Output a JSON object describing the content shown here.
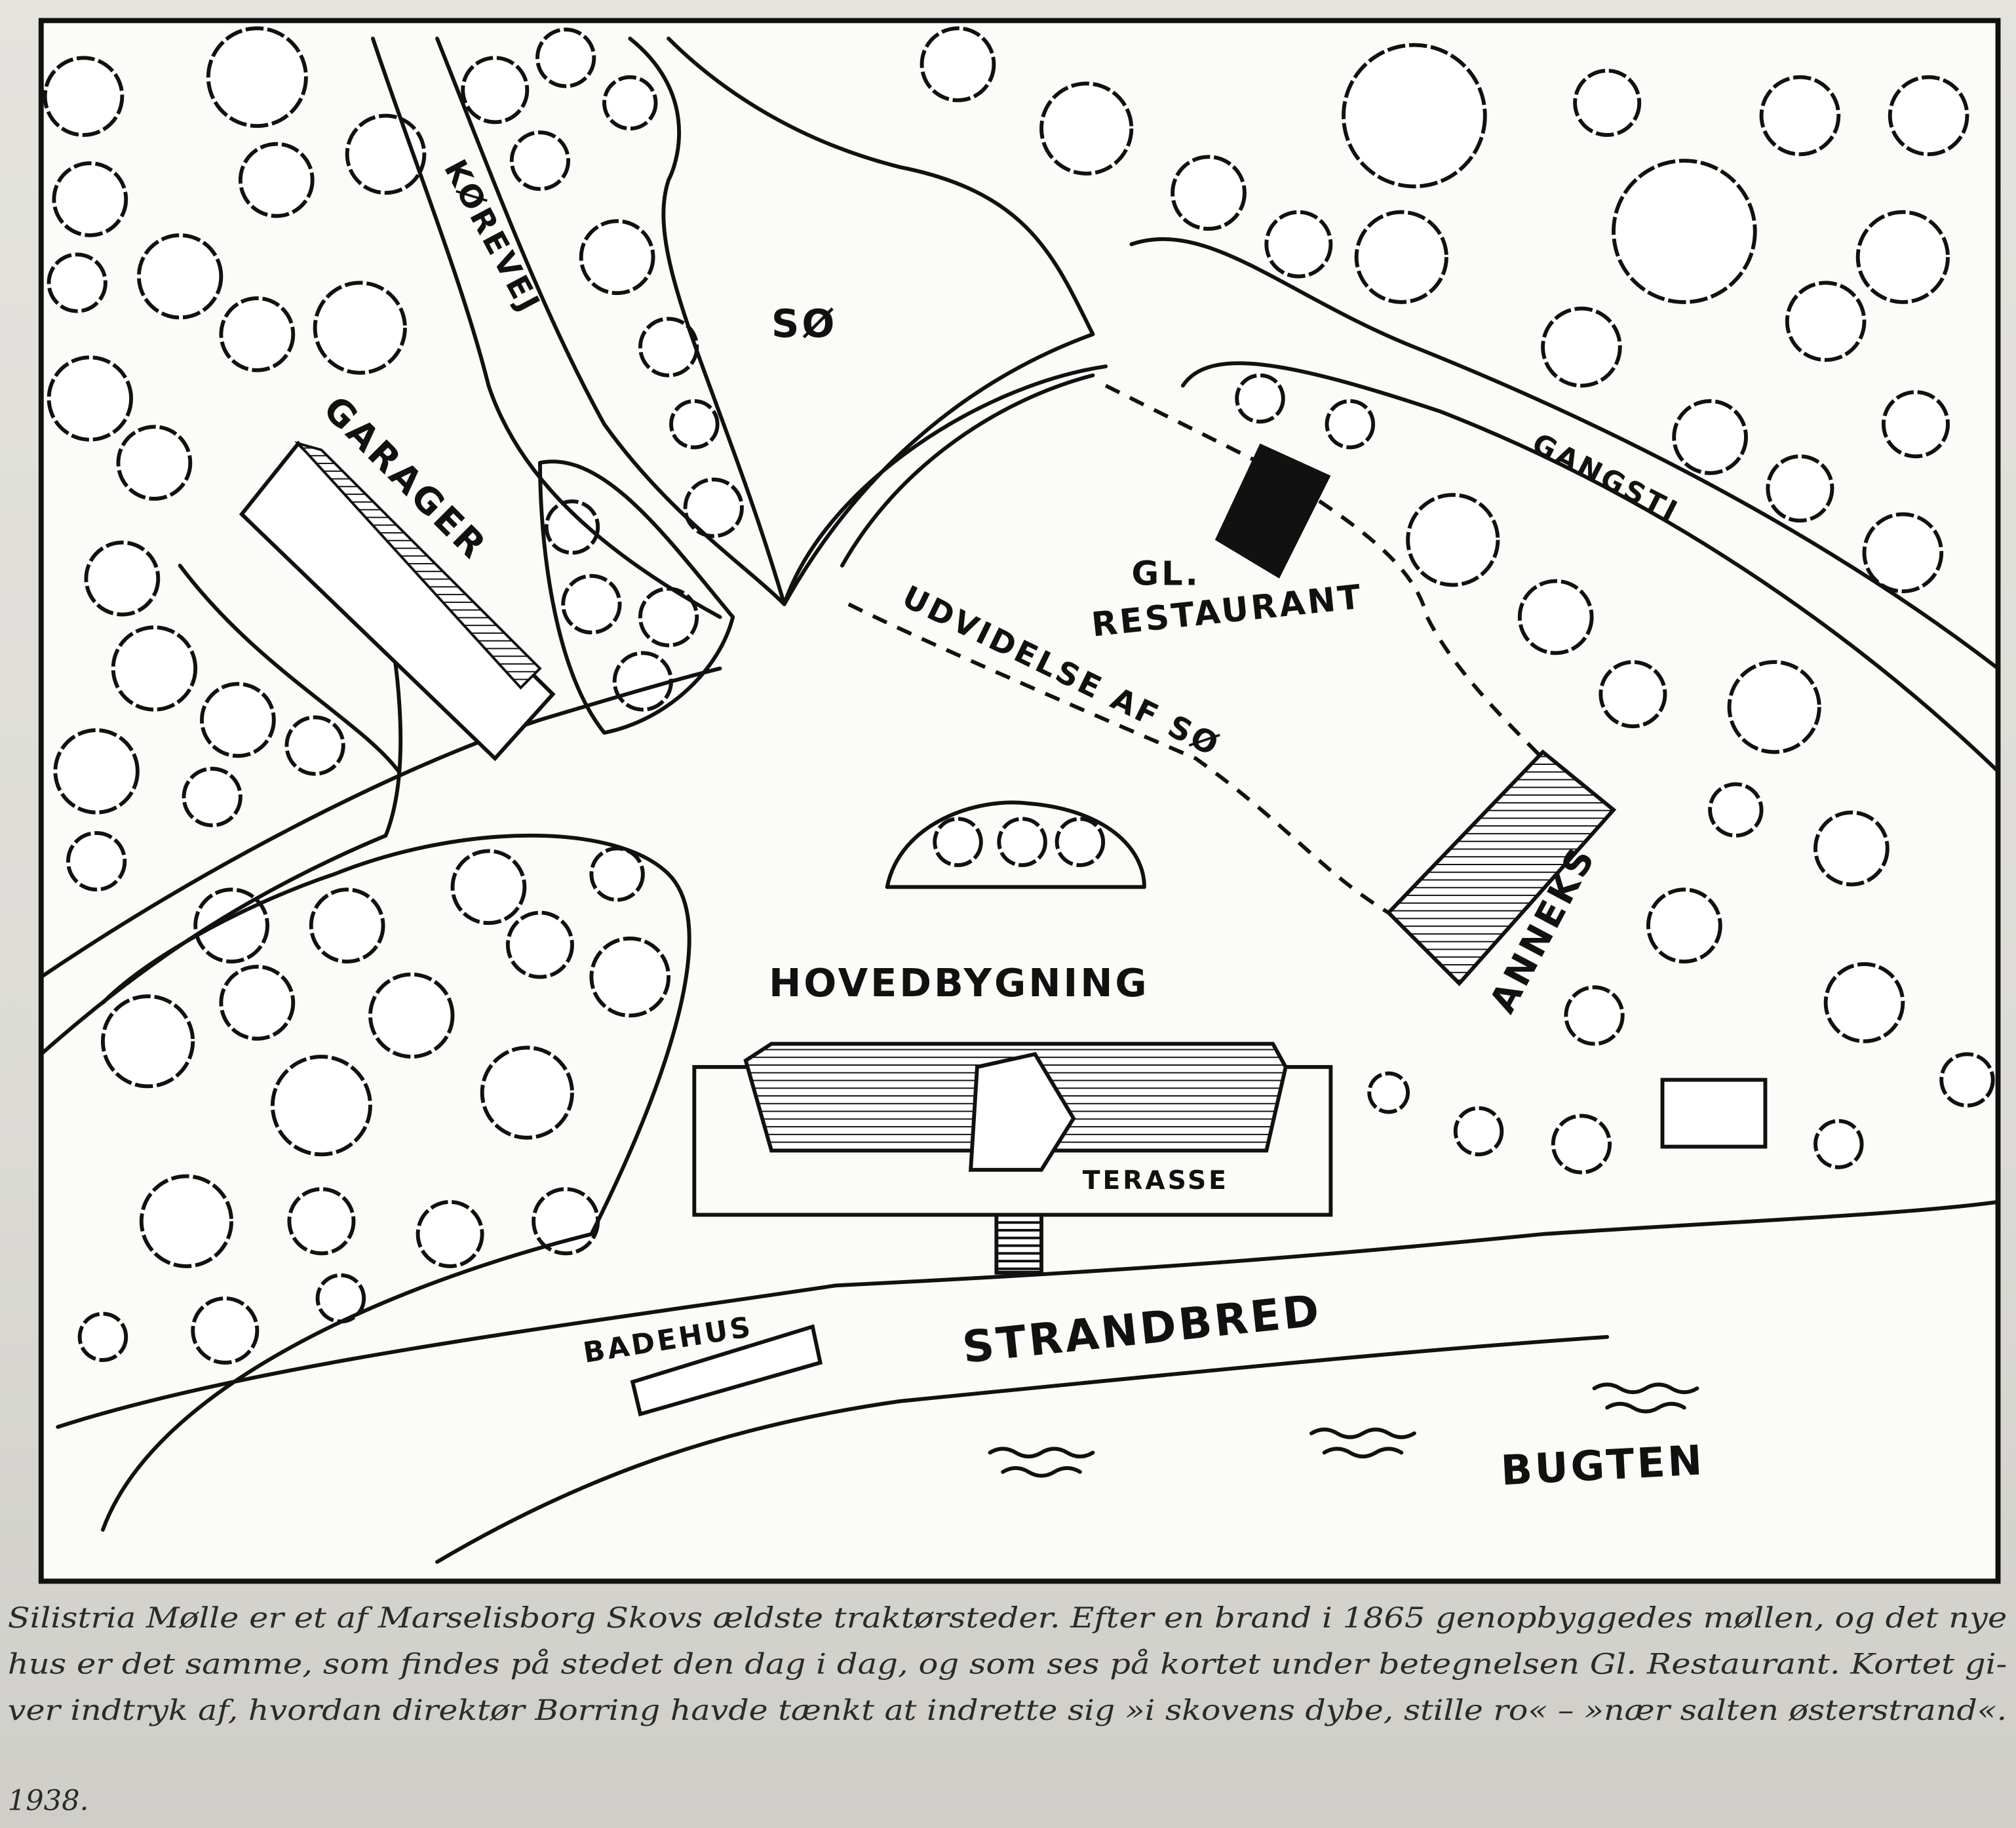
{
  "map": {
    "labels": {
      "lake": "SØ",
      "driveway": "KØREVEJ",
      "garage": "GARAGER",
      "old_restaurant_1": "GL.",
      "old_restaurant_2": "RESTAURANT",
      "footpath": "GANGSTI",
      "lake_extension": "UDVIDELSE AF SØ",
      "annex": "ANNEKS",
      "main_building": "HOVEDBYGNING",
      "terrace": "TERASSE",
      "bathhouse": "BADEHUS",
      "shore": "STRANDBRED",
      "bay": "BUGTEN"
    }
  },
  "caption": {
    "lines": [
      "Silistria Mølle er et af Marselisborg Skovs ældste traktørsteder. Efter en brand i 1865 genopbyggedes møllen, og det nye",
      "hus er det samme, som findes på stedet den dag i dag, og som ses på kortet under betegnelsen Gl. Restaurant. Kortet gi-",
      "ver indtryk af, hvordan direktør Borring havde tænkt at indrette sig »i skovens dybe, stille ro« – »nær salten østerstrand«.",
      "1938."
    ]
  }
}
